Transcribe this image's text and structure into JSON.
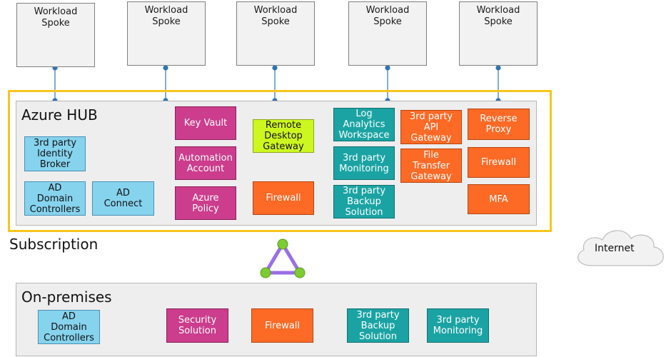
{
  "spokes": [
    {
      "label": "Workload\nSpoke"
    },
    {
      "label": "Workload\nSpoke"
    },
    {
      "label": "Workload\nSpoke"
    },
    {
      "label": "Workload\nSpoke"
    },
    {
      "label": "Workload\nSpoke"
    }
  ],
  "hub": {
    "title": "Azure HUB",
    "items": {
      "identity_broker": "3rd party\nIdentity\nBroker",
      "ad_domain_controllers": "AD\nDomain\nControllers",
      "ad_connect": "AD\nConnect",
      "key_vault": "Key Vault",
      "automation_account": "Automation\nAccount",
      "azure_policy": "Azure\nPolicy",
      "remote_desktop_gateway": "Remote\nDesktop\nGateway",
      "firewall_mid": "Firewall",
      "log_analytics": "Log\nAnalytics\nWorkspace",
      "monitoring": "3rd party\nMonitoring",
      "backup": "3rd party\nBackup\nSolution",
      "api_gateway": "3rd party\nAPI\nGateway",
      "file_transfer": "File\nTransfer\nGateway",
      "reverse_proxy": "Reverse\nProxy",
      "firewall_right": "Firewall",
      "mfa": "MFA"
    }
  },
  "subscription_label": "Subscription",
  "internet_label": "Internet",
  "onprem": {
    "title": "On-premises",
    "items": {
      "ad_domain_controllers": "AD\nDomain\nControllers",
      "security_solution": "Security\nSolution",
      "firewall": "Firewall",
      "backup": "3rd party\nBackup\nSolution",
      "monitoring": "3rd party\nMonitoring"
    }
  },
  "colors": {
    "connector": "#2e75b6",
    "subscription_border": "#f7c51e",
    "link_triangle": "#9a6ee6",
    "link_node": "#7ccb30"
  }
}
